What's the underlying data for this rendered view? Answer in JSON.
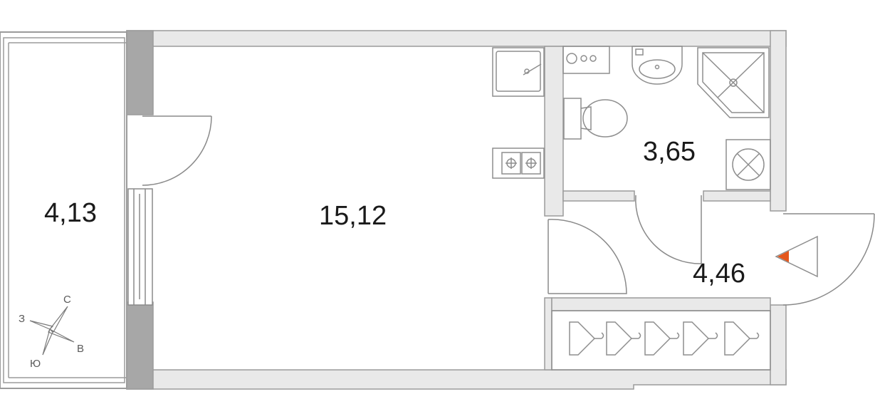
{
  "rooms": {
    "balcony_area": "4,13",
    "main_room_area": "15,12",
    "bathroom_area": "3,65",
    "hall_area": "4,46"
  },
  "compass": {
    "north": "С",
    "west": "З",
    "east": "В",
    "south": "Ю"
  },
  "colors": {
    "wall_fill": "#e9e9e9",
    "wall_stroke": "#9b9b9b",
    "wall_dark": "#a7a7a7",
    "line": "#8a8a8a",
    "fixture": "#8e8e8e",
    "entrance_marker": "#e4571c"
  },
  "icons": [
    "sink-icon",
    "hob-icon",
    "toilet-icon",
    "washbasin-icon",
    "shower-icon",
    "washing-machine-icon",
    "hanger-icon",
    "entrance-icon",
    "compass-icon"
  ]
}
